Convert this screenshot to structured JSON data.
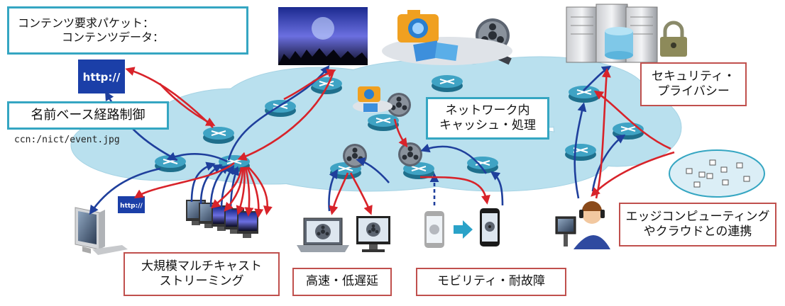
{
  "legend": {
    "request_label": "コンテンツ要求パケット：",
    "data_label": "コンテンツデータ："
  },
  "labels": {
    "name_routing": "名前ベース経路制御",
    "url_example": "ccn:/nict/event.jpg",
    "in_network_cache": [
      "ネットワーク内",
      "キャッシュ・処理"
    ],
    "security": [
      "セキュリティ・",
      "プライバシー"
    ],
    "edge_cloud": [
      "エッジコンピューティング",
      "やクラウドとの連携"
    ],
    "multicast": [
      "大規模マルチキャスト",
      "ストリーミング"
    ],
    "fast_low_latency": "高速・低遅延",
    "mobility": "モビリティ・耐故障",
    "http_big": "http://",
    "http_small": "http://"
  },
  "colors": {
    "request_arrow": "#1f3f9c",
    "data_arrow": "#d8232a",
    "cloud_fill": "#b9e0ee",
    "teal_border": "#35a6c2",
    "red_border": "#c0504d",
    "router": "#3fa3c4"
  }
}
